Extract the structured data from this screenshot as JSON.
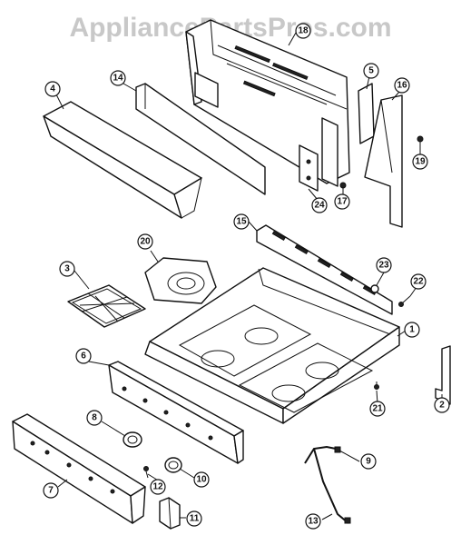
{
  "watermark": "AppliancePartsPros.com",
  "callouts": [
    {
      "label": "18"
    },
    {
      "label": "4"
    },
    {
      "label": "14"
    },
    {
      "label": "5"
    },
    {
      "label": "16"
    },
    {
      "label": "19"
    },
    {
      "label": "17"
    },
    {
      "label": "24"
    },
    {
      "label": "15"
    },
    {
      "label": "20"
    },
    {
      "label": "3"
    },
    {
      "label": "23"
    },
    {
      "label": "22"
    },
    {
      "label": "1"
    },
    {
      "label": "6"
    },
    {
      "label": "21"
    },
    {
      "label": "2"
    },
    {
      "label": "8"
    },
    {
      "label": "9"
    },
    {
      "label": "12"
    },
    {
      "label": "10"
    },
    {
      "label": "7"
    },
    {
      "label": "11"
    },
    {
      "label": "13"
    }
  ]
}
